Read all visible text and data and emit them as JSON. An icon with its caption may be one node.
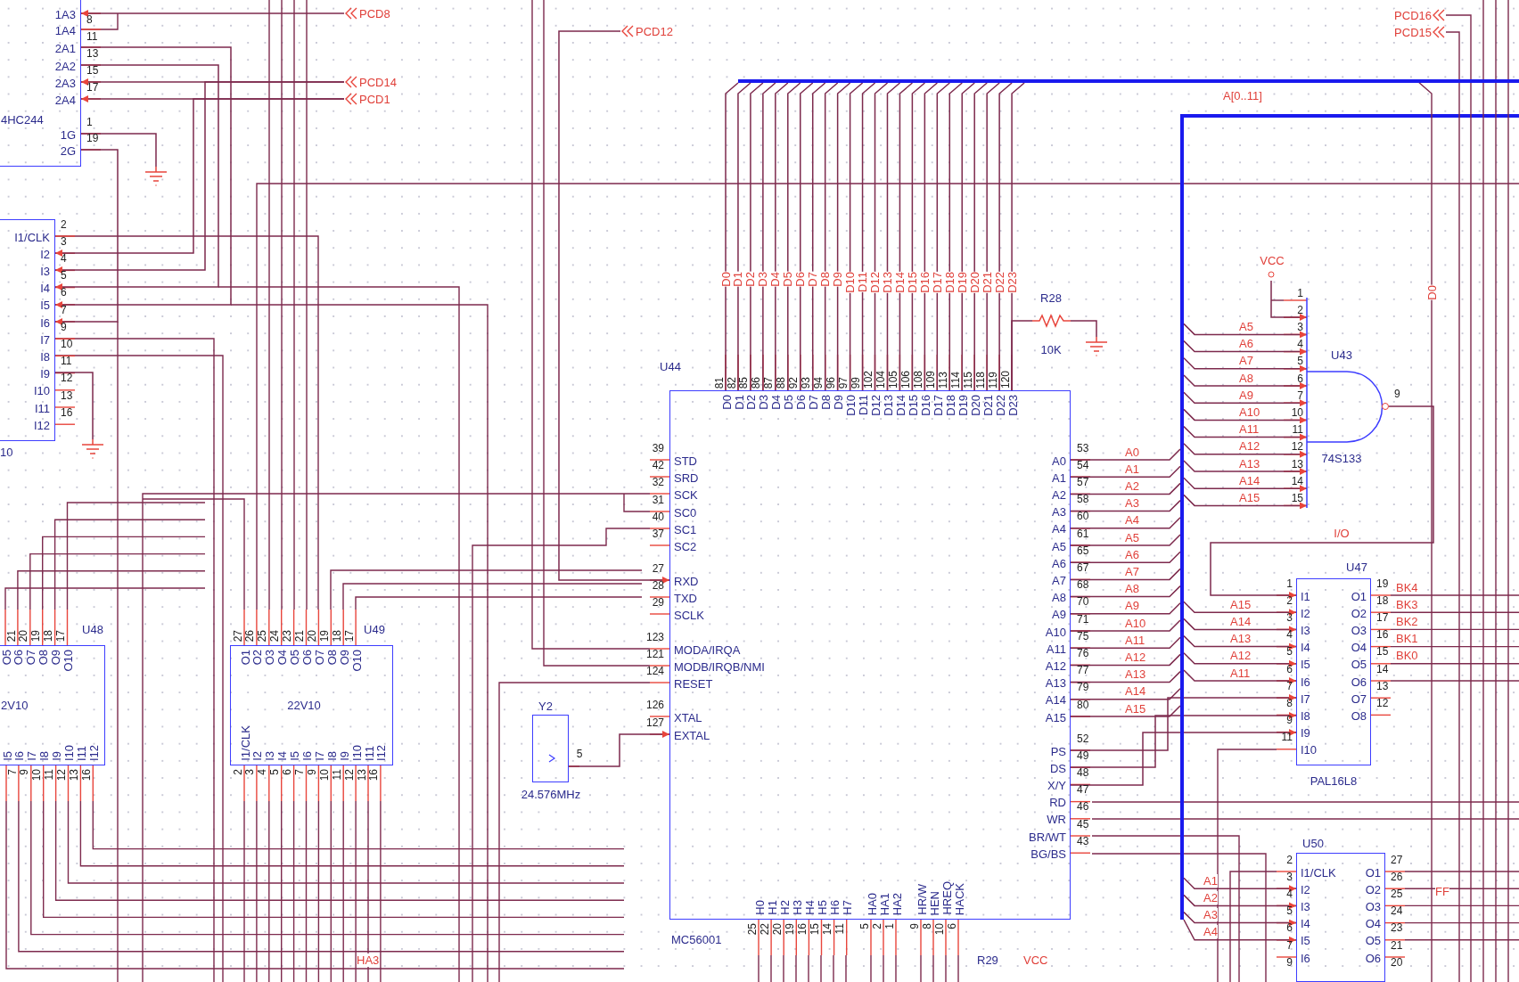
{
  "diagram": {
    "nodes": [
      {
        "text": [
          "1A3",
          "1A4",
          "2A1",
          "2A2",
          "2A3",
          "2A4",
          "4HC244",
          "1G",
          "2G"
        ],
        "beside": [
          "8",
          "11",
          "13",
          "15",
          "17",
          "1",
          "19"
        ]
      },
      {
        "text": [
          "PCD8"
        ]
      },
      {
        "text": [
          "PCD16"
        ]
      },
      {
        "text": [
          "PCD12"
        ]
      },
      {
        "text": [
          "PCD15"
        ]
      },
      {
        "text": [
          "PCD14"
        ]
      },
      {
        "text": [
          "PCD1"
        ]
      },
      {
        "text": [],
        "shape": "ground"
      },
      {
        "text": [
          "I1/CLK",
          "I2",
          "I3",
          "I4",
          "I5",
          "I6",
          "I7",
          "I8",
          "I9",
          "I10",
          "I11",
          "I12"
        ],
        "beside": [
          "2",
          "3",
          "4",
          "5",
          "6",
          "7",
          "9",
          "10",
          "11",
          "12",
          "13",
          "16",
          "10"
        ]
      },
      {
        "text": [
          "VCC"
        ]
      },
      {
        "text": [],
        "shape": "resistor",
        "beside": [
          "R28",
          "10K"
        ]
      },
      {
        "text": [],
        "shape": "ground"
      },
      {
        "text": [
          "U43",
          "74S133"
        ],
        "beside": [
          "1",
          "2",
          "3",
          "4",
          "5",
          "6",
          "7",
          "10",
          "11",
          "12",
          "13",
          "14",
          "15",
          "9"
        ]
      },
      {
        "text": [
          "D0",
          "D1",
          "D2",
          "D3",
          "D4",
          "D5",
          "D6",
          "D7",
          "D8",
          "D9",
          "D10",
          "D11",
          "D12",
          "D13",
          "D14",
          "D15",
          "D16",
          "D17",
          "D18",
          "D19",
          "D20",
          "D21",
          "D22",
          "D23",
          "STD",
          "SRD",
          "SCK",
          "SC0",
          "SC1",
          "SC2",
          "RXD",
          "TXD",
          "SCLK",
          "MODA/IRQA",
          "MODB/IRQB/NMI",
          "RESET",
          "XTAL",
          "EXTAL",
          "A0",
          "A1",
          "A2",
          "A3",
          "A4",
          "A5",
          "A6",
          "A7",
          "A8",
          "A9",
          "A10",
          "A11",
          "A12",
          "A13",
          "A14",
          "A15",
          "PS",
          "DS",
          "X/Y",
          "RD",
          "WR",
          "BR/WT",
          "BG/BS",
          "H0",
          "H1",
          "H2",
          "H3",
          "H4",
          "H5",
          "H6",
          "H7",
          "HA0",
          "HA1",
          "HA2",
          "HR/W",
          "HEN",
          "HREQ",
          "HACK"
        ],
        "beside": [
          "U44",
          "81",
          "82",
          "85",
          "86",
          "87",
          "88",
          "92",
          "93",
          "94",
          "96",
          "97",
          "99",
          "102",
          "104",
          "105",
          "106",
          "108",
          "109",
          "113",
          "114",
          "115",
          "118",
          "119",
          "120",
          "39",
          "42",
          "32",
          "31",
          "40",
          "37",
          "27",
          "28",
          "29",
          "123",
          "121",
          "124",
          "126",
          "127",
          "53",
          "54",
          "57",
          "58",
          "60",
          "61",
          "65",
          "67",
          "68",
          "70",
          "71",
          "75",
          "76",
          "77",
          "79",
          "80",
          "52",
          "49",
          "48",
          "47",
          "46",
          "45",
          "43",
          "25",
          "22",
          "20",
          "19",
          "16",
          "15",
          "14",
          "11",
          "5",
          "2",
          "1",
          "9",
          "8",
          "10",
          "6",
          "MC56001"
        ]
      },
      {
        "text": [],
        "shape": "ground"
      },
      {
        "text": [
          "I1",
          "I2",
          "I3",
          "I4",
          "I5",
          "I6",
          "I7",
          "I8",
          "I9",
          "I10",
          "O1",
          "O2",
          "O3",
          "O4",
          "O5",
          "O6",
          "O7",
          "O8"
        ],
        "beside": [
          "1",
          "2",
          "3",
          "4",
          "5",
          "6",
          "7",
          "8",
          "9",
          "11",
          "19",
          "18",
          "17",
          "16",
          "15",
          "14",
          "13",
          "12",
          "U47",
          "PAL16L8"
        ]
      },
      {
        "text": [
          "O5",
          "O6",
          "O7",
          "O8",
          "O9",
          "O10",
          "2V10",
          "I5",
          "I6",
          "I7",
          "I8",
          "I9",
          "I10",
          "I11",
          "I12"
        ],
        "beside": [
          "21",
          "20",
          "19",
          "18",
          "17",
          "7",
          "9",
          "10",
          "11",
          "12",
          "13",
          "16",
          "U48"
        ]
      },
      {
        "text": [
          "O1",
          "O2",
          "O3",
          "O4",
          "O5",
          "O6",
          "O7",
          "O8",
          "O9",
          "O10",
          "22V10",
          "I1/CLK",
          "I2",
          "I3",
          "I4",
          "I5",
          "I6",
          "I7",
          "I8",
          "I9",
          "I10",
          "I11",
          "I12"
        ],
        "beside": [
          "27",
          "26",
          "25",
          "24",
          "23",
          "21",
          "20",
          "19",
          "18",
          "17",
          "2",
          "3",
          "4",
          "5",
          "6",
          "7",
          "9",
          "10",
          "11",
          "12",
          "13",
          "16",
          "U49"
        ]
      },
      {
        "text": [],
        "shape": "crystal",
        "beside": [
          "Y2",
          "24.576MHz",
          "5"
        ]
      },
      {
        "text": [
          "I1/CLK",
          "I2",
          "I3",
          "I4",
          "I5",
          "I6",
          "O1",
          "O2",
          "O3",
          "O4",
          "O5",
          "O6"
        ],
        "beside": [
          "2",
          "3",
          "4",
          "5",
          "6",
          "7",
          "9",
          "27",
          "26",
          "25",
          "24",
          "23",
          "21",
          "20",
          "U50"
        ]
      },
      {
        "text": [],
        "shape": "bar"
      },
      {
        "text": [],
        "shape": "bar"
      }
    ],
    "edges": [
      {
        "from": 1,
        "to": 0,
        "arrow": "to"
      },
      {
        "from": 5,
        "to": 0,
        "arrow": "to"
      },
      {
        "from": 6,
        "to": 0,
        "arrow": "to"
      },
      {
        "from": 5,
        "to": 8,
        "arrow": "to"
      },
      {
        "from": 6,
        "to": 8,
        "arrow": "to"
      },
      {
        "from": 0,
        "to": 7,
        "arrow": "none"
      },
      {
        "from": 0,
        "to": 8,
        "arrow": "to"
      },
      {
        "from": 0,
        "to": 8,
        "arrow": "to"
      },
      {
        "from": 0,
        "to": 8,
        "arrow": "to"
      },
      {
        "from": 8,
        "to": 14,
        "arrow": "none"
      },
      {
        "from": 3,
        "to": 13,
        "arrow": "to"
      },
      {
        "from": 18,
        "to": 13,
        "arrow": "to"
      },
      {
        "from": 10,
        "to": 13,
        "arrow": "none"
      },
      {
        "from": 10,
        "to": 11,
        "arrow": "none"
      },
      {
        "from": 9,
        "to": 12,
        "arrow": "to"
      },
      {
        "from": 12,
        "to": 15,
        "arrow": "to",
        "label": "I/O"
      },
      {
        "from": 13,
        "to": 20,
        "arrow": "none"
      },
      {
        "from": 13,
        "to": 20,
        "arrow": "none"
      },
      {
        "from": 13,
        "to": 20,
        "arrow": "none"
      },
      {
        "from": 13,
        "to": 20,
        "arrow": "none"
      },
      {
        "from": 13,
        "to": 20,
        "arrow": "none"
      },
      {
        "from": 13,
        "to": 20,
        "arrow": "none"
      },
      {
        "from": 13,
        "to": 20,
        "arrow": "none"
      },
      {
        "from": 13,
        "to": 20,
        "arrow": "none"
      },
      {
        "from": 13,
        "to": 20,
        "arrow": "none"
      },
      {
        "from": 13,
        "to": 20,
        "arrow": "none"
      },
      {
        "from": 13,
        "to": 20,
        "arrow": "none"
      },
      {
        "from": 13,
        "to": 20,
        "arrow": "none"
      },
      {
        "from": 13,
        "to": 20,
        "arrow": "none"
      },
      {
        "from": 13,
        "to": 20,
        "arrow": "none"
      },
      {
        "from": 13,
        "to": 20,
        "arrow": "none"
      },
      {
        "from": 13,
        "to": 20,
        "arrow": "none"
      },
      {
        "from": 13,
        "to": 20,
        "arrow": "none"
      },
      {
        "from": 13,
        "to": 20,
        "arrow": "none"
      },
      {
        "from": 13,
        "to": 20,
        "arrow": "none"
      },
      {
        "from": 13,
        "to": 20,
        "arrow": "none"
      },
      {
        "from": 13,
        "to": 20,
        "arrow": "none"
      },
      {
        "from": 13,
        "to": 20,
        "arrow": "none"
      },
      {
        "from": 13,
        "to": 20,
        "arrow": "none"
      },
      {
        "from": 13,
        "to": 20,
        "arrow": "none"
      },
      {
        "from": 13,
        "to": 21,
        "arrow": "none"
      },
      {
        "from": 13,
        "to": 21,
        "arrow": "none"
      },
      {
        "from": 13,
        "to": 21,
        "arrow": "none"
      },
      {
        "from": 13,
        "to": 21,
        "arrow": "none"
      },
      {
        "from": 13,
        "to": 21,
        "arrow": "none"
      },
      {
        "from": 13,
        "to": 21,
        "arrow": "none"
      },
      {
        "from": 13,
        "to": 21,
        "arrow": "none"
      },
      {
        "from": 13,
        "to": 21,
        "arrow": "none"
      },
      {
        "from": 13,
        "to": 21,
        "arrow": "none"
      },
      {
        "from": 13,
        "to": 21,
        "arrow": "none"
      },
      {
        "from": 13,
        "to": 21,
        "arrow": "none"
      },
      {
        "from": 13,
        "to": 21,
        "arrow": "none"
      },
      {
        "from": 13,
        "to": 21,
        "arrow": "none"
      },
      {
        "from": 13,
        "to": 21,
        "arrow": "none"
      },
      {
        "from": 13,
        "to": 21,
        "arrow": "none"
      },
      {
        "from": 13,
        "to": 21,
        "arrow": "none"
      },
      {
        "from": 21,
        "to": 12,
        "arrow": "to"
      },
      {
        "from": 21,
        "to": 12,
        "arrow": "to"
      },
      {
        "from": 21,
        "to": 12,
        "arrow": "to"
      },
      {
        "from": 21,
        "to": 12,
        "arrow": "to"
      },
      {
        "from": 21,
        "to": 12,
        "arrow": "to"
      },
      {
        "from": 21,
        "to": 12,
        "arrow": "to"
      },
      {
        "from": 21,
        "to": 12,
        "arrow": "to"
      },
      {
        "from": 21,
        "to": 12,
        "arrow": "to"
      },
      {
        "from": 21,
        "to": 12,
        "arrow": "to"
      },
      {
        "from": 21,
        "to": 12,
        "arrow": "to"
      },
      {
        "from": 21,
        "to": 12,
        "arrow": "to"
      },
      {
        "from": 21,
        "to": 15,
        "arrow": "to"
      },
      {
        "from": 21,
        "to": 15,
        "arrow": "to"
      },
      {
        "from": 21,
        "to": 15,
        "arrow": "to"
      },
      {
        "from": 21,
        "to": 15,
        "arrow": "to"
      },
      {
        "from": 21,
        "to": 15,
        "arrow": "to"
      },
      {
        "from": 21,
        "to": 19,
        "arrow": "to"
      },
      {
        "from": 21,
        "to": 19,
        "arrow": "to"
      },
      {
        "from": 21,
        "to": 19,
        "arrow": "to"
      },
      {
        "from": 21,
        "to": 19,
        "arrow": "to"
      },
      {
        "from": 13,
        "to": 15,
        "arrow": "to"
      },
      {
        "from": 13,
        "to": 15,
        "arrow": "to"
      },
      {
        "from": 13,
        "to": 15,
        "arrow": "to"
      }
    ],
    "labels": [
      "D0",
      "D1",
      "D2",
      "D3",
      "D4",
      "D5",
      "D6",
      "D7",
      "D8",
      "D9",
      "D10",
      "D11",
      "D12",
      "D13",
      "D14",
      "D15",
      "D16",
      "D17",
      "D18",
      "D19",
      "D20",
      "D21",
      "D22",
      "D23",
      "A[0..11]",
      "D0",
      "A0",
      "A1",
      "A2",
      "A3",
      "A4",
      "A5",
      "A6",
      "A7",
      "A8",
      "A9",
      "A10",
      "A11",
      "A12",
      "A13",
      "A14",
      "A15",
      "A5",
      "A6",
      "A7",
      "A8",
      "A9",
      "A10",
      "A11",
      "A12",
      "A13",
      "A14",
      "A15",
      "A15",
      "A14",
      "A13",
      "A12",
      "A11",
      "BK4",
      "BK3",
      "BK2",
      "BK1",
      "BK0",
      "A1",
      "A2",
      "A3",
      "A4",
      "FF",
      "HA3",
      "R29",
      "VCC"
    ]
  }
}
